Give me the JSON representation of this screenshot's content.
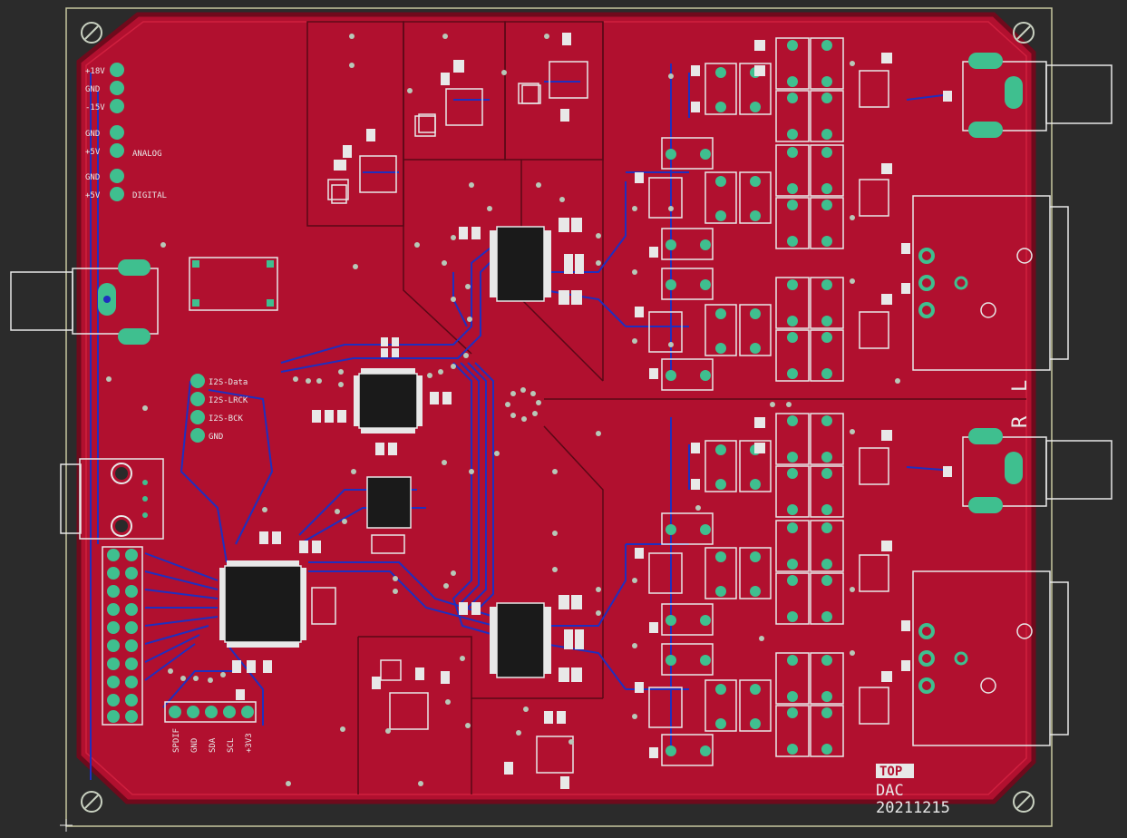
{
  "board": {
    "colors": {
      "background": "#2b2b2b",
      "copper": "#b1102f",
      "copper_edge": "#7a0a1f",
      "trace": "#1f2fbf",
      "pad": "#3fbf8f",
      "silk": "#e8e8e8",
      "outline": "#c8c8a0",
      "hole": "#b8c8b8"
    },
    "power_labels": [
      "+18V",
      "GND",
      "-15V"
    ],
    "supply_labels": [
      "GND",
      "+5V",
      "ANALOG",
      "GND",
      "+5V",
      "DIGITAL"
    ],
    "i2s_labels": [
      "I2S-Data",
      "I2S-LRCK",
      "I2S-BCK",
      "GND"
    ],
    "bottom_labels": [
      "SPDIF",
      "GND",
      "SDA",
      "SCL",
      "+3V3"
    ],
    "channel_left": "L",
    "channel_right": "R",
    "layer_tag": "TOP",
    "board_name": "DAC",
    "board_date": "20211215"
  }
}
